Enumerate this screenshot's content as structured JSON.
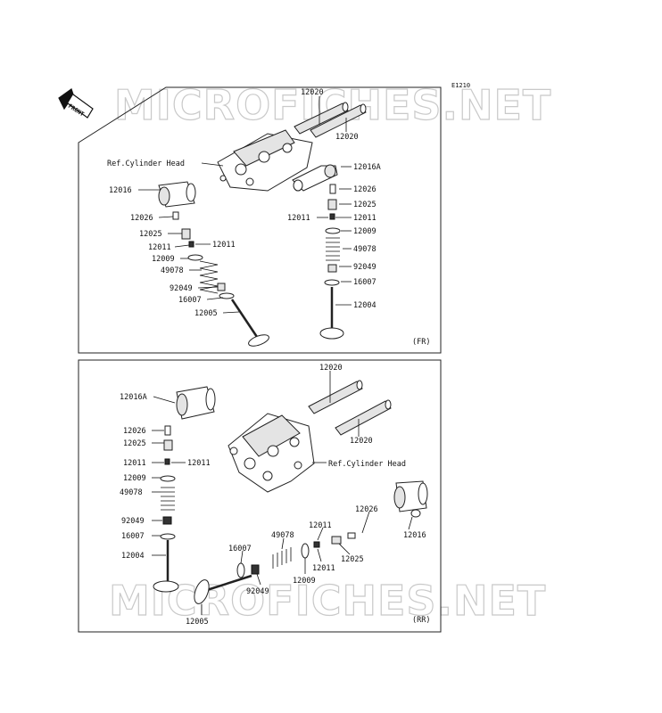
{
  "diagram_code": "E1210",
  "watermark": "MICROFICHES.NET",
  "front_arrow_label": "FRONT",
  "panels": [
    {
      "tag": "(FR)",
      "labels": [
        "12020",
        "12020",
        "Ref.Cylinder Head",
        "12016A",
        "12016",
        "12026",
        "12025",
        "12011",
        "12011",
        "12009",
        "49078",
        "92049",
        "16007",
        "12004",
        "12026",
        "12025",
        "12011",
        "12011",
        "12009",
        "49078",
        "92049",
        "16007",
        "12005"
      ]
    },
    {
      "tag": "(RR)",
      "labels": [
        "12020",
        "12016A",
        "12020",
        "12026",
        "12025",
        "12011",
        "12011",
        "Ref.Cylinder Head",
        "12009",
        "49078",
        "92049",
        "16007",
        "12004",
        "12026",
        "12016",
        "12011",
        "16007",
        "49078",
        "12011",
        "12025",
        "92049",
        "12009",
        "12005"
      ]
    }
  ]
}
